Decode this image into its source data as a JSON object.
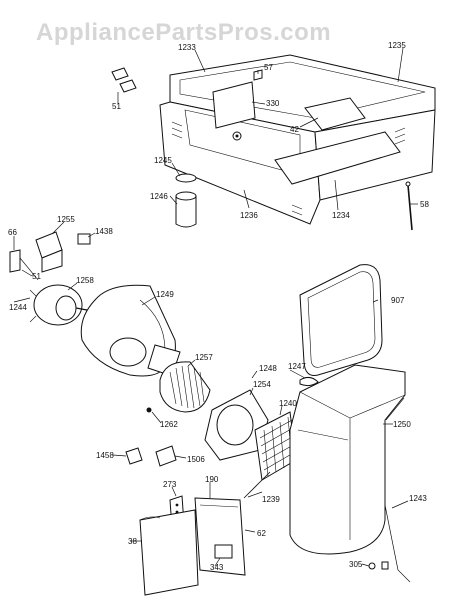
{
  "watermark": "AppliancePartsPros.com",
  "parts": [
    {
      "id": "p1233",
      "label": "1233"
    },
    {
      "id": "p1235",
      "label": "1235"
    },
    {
      "id": "p57",
      "label": "57"
    },
    {
      "id": "p51a",
      "label": "51"
    },
    {
      "id": "p330",
      "label": "330"
    },
    {
      "id": "p42",
      "label": "42"
    },
    {
      "id": "p1245",
      "label": "1245"
    },
    {
      "id": "p1246",
      "label": "1246"
    },
    {
      "id": "p1236",
      "label": "1236"
    },
    {
      "id": "p1234",
      "label": "1234"
    },
    {
      "id": "p58",
      "label": "58"
    },
    {
      "id": "p1255",
      "label": "1255"
    },
    {
      "id": "p1438",
      "label": "1438"
    },
    {
      "id": "p66",
      "label": "66"
    },
    {
      "id": "p51b",
      "label": "51"
    },
    {
      "id": "p1258",
      "label": "1258"
    },
    {
      "id": "p1244",
      "label": "1244"
    },
    {
      "id": "p1249",
      "label": "1249"
    },
    {
      "id": "p907",
      "label": "907"
    },
    {
      "id": "p1257",
      "label": "1257"
    },
    {
      "id": "p1248",
      "label": "1248"
    },
    {
      "id": "p1247",
      "label": "1247"
    },
    {
      "id": "p1254",
      "label": "1254"
    },
    {
      "id": "p1262",
      "label": "1262"
    },
    {
      "id": "p1240",
      "label": "1240"
    },
    {
      "id": "p1250",
      "label": "1250"
    },
    {
      "id": "p1458",
      "label": "1458"
    },
    {
      "id": "p1506",
      "label": "1506"
    },
    {
      "id": "p1239",
      "label": "1239"
    },
    {
      "id": "p273",
      "label": "273"
    },
    {
      "id": "p190",
      "label": "190"
    },
    {
      "id": "p1243",
      "label": "1243"
    },
    {
      "id": "p38",
      "label": "38"
    },
    {
      "id": "p62",
      "label": "62"
    },
    {
      "id": "p343",
      "label": "343"
    },
    {
      "id": "p305",
      "label": "305"
    }
  ]
}
